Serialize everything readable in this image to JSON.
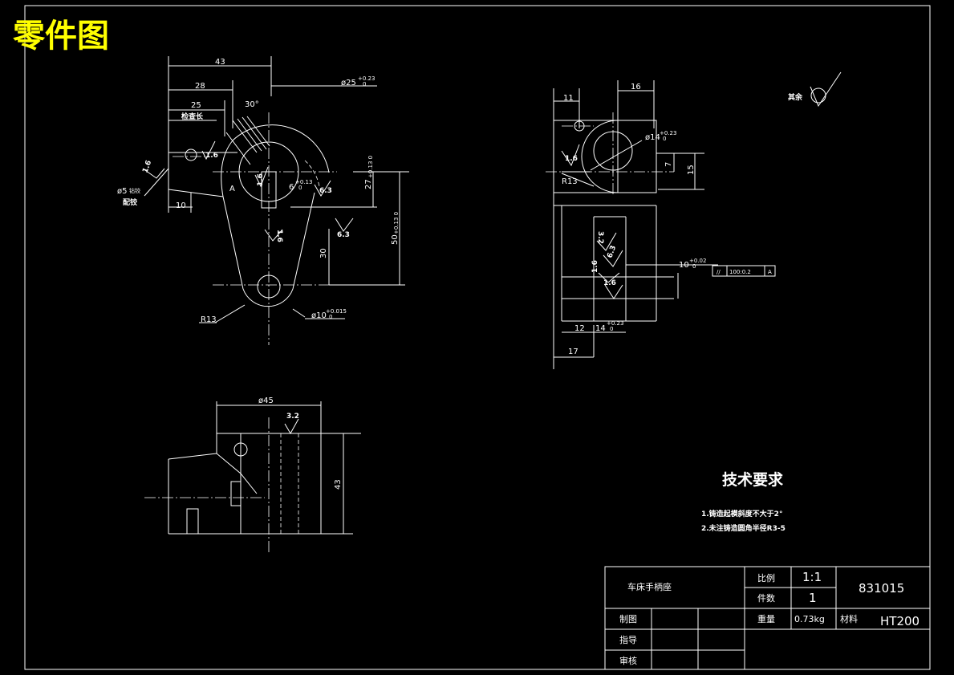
{
  "title": "零件图",
  "front_view": {
    "dim_43": "43",
    "dim_28": "28",
    "dim_25": "25",
    "angle_30": "30°",
    "check_length": "检查长",
    "dia_25": "ø25",
    "dia_25_tol_upper": "+0.23",
    "dia_25_tol_lower": "0",
    "roughness_left": "1.6",
    "dia_5": "ø5",
    "dia_5_note": "钻铰",
    "pin_note": "配铰",
    "roughness_vertical": "1.6",
    "label_a": "A",
    "slot_dim": "6",
    "slot_tol_upper": "+0.13",
    "slot_tol_lower": "0",
    "roughness_center": "1.6",
    "roughness_right": "6.3",
    "roughness_bottom": "6.3",
    "dim_10": "10",
    "dim_27": "27",
    "dim_27_tol": "+0.13 0",
    "dim_30": "30",
    "dim_50": "50",
    "dim_50_tol": "+0.13 0",
    "radius_13": "R13",
    "dia_10": "ø10",
    "dia_10_tol_upper": "+0.015",
    "dia_10_tol_lower": "0"
  },
  "side_view": {
    "dim_11": "11",
    "dim_16": "16",
    "dia_14": "ø14",
    "dia_14_tol_upper": "+0.23",
    "dia_14_tol_lower": "0",
    "roughness_left": "1.6",
    "radius_13": "R13",
    "dim_7": "7",
    "dim_15": "15",
    "roughness_32": "3.2",
    "roughness_63": "6.3",
    "roughness_16_a": "1.6",
    "roughness_16_b": "1.6",
    "dim_10": "10",
    "dim_10_tol_upper": "+0.02",
    "dim_10_tol_lower": "0",
    "tolerance_symbol": "//",
    "tolerance_value": "100:0.2",
    "tolerance_datum": "A",
    "dim_12": "12",
    "dim_14": "14",
    "dim_14_tol_upper": "+0.23",
    "dim_14_tol_lower": "0",
    "dim_17": "17"
  },
  "top_view": {
    "dia_45": "ø45",
    "roughness": "3.2",
    "dim_43": "43"
  },
  "surface_finish": {
    "label": "其余"
  },
  "technical_requirements": {
    "heading": "技术要求",
    "item_1": "1.铸造起模斜度不大于2°",
    "item_2": "2.未注铸造圆角半径R3-5"
  },
  "title_block": {
    "part_name": "车床手柄座",
    "scale_label": "比例",
    "scale_value": "1:1",
    "quantity_label": "件数",
    "quantity_value": "1",
    "weight_label": "重量",
    "weight_value": "0.73kg",
    "material_label": "材料",
    "material_value": "HT200",
    "drawing_number": "831015",
    "drawn_by_label": "制图",
    "advisor_label": "指导",
    "reviewer_label": "审核"
  }
}
